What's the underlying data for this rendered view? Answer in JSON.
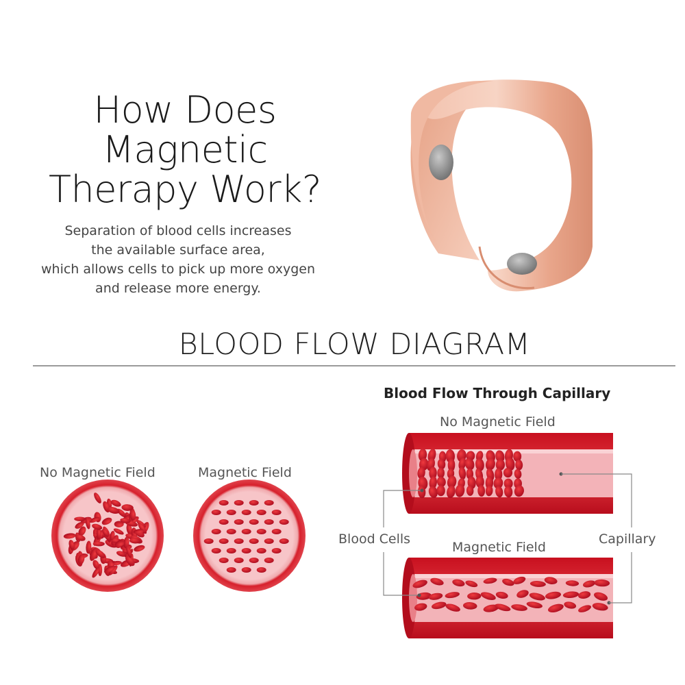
{
  "heading": {
    "lines": [
      "How Does",
      "Magnetic",
      "Therapy Work?"
    ]
  },
  "description": {
    "lines": [
      "Separation of blood cells increases",
      "the available surface area,",
      "which allows cells to pick up more oxygen",
      "and release more energy."
    ]
  },
  "section_title": "BLOOD FLOW DIAGRAM",
  "circles": {
    "left_label": "No Magnetic Field",
    "right_label": "Magnetic Field"
  },
  "capillary": {
    "caption": "Blood Flow Through Capillary",
    "top_label": "No Magnetic Field",
    "bottom_label": "Magnetic Field",
    "blood_cells_label": "Blood Cells",
    "capillary_label": "Capillary"
  },
  "colors": {
    "ring": "#e8a88c",
    "blood": "#c8102e",
    "vessel": "#d41f2b",
    "vessel_inner": "#f2b5b9"
  }
}
